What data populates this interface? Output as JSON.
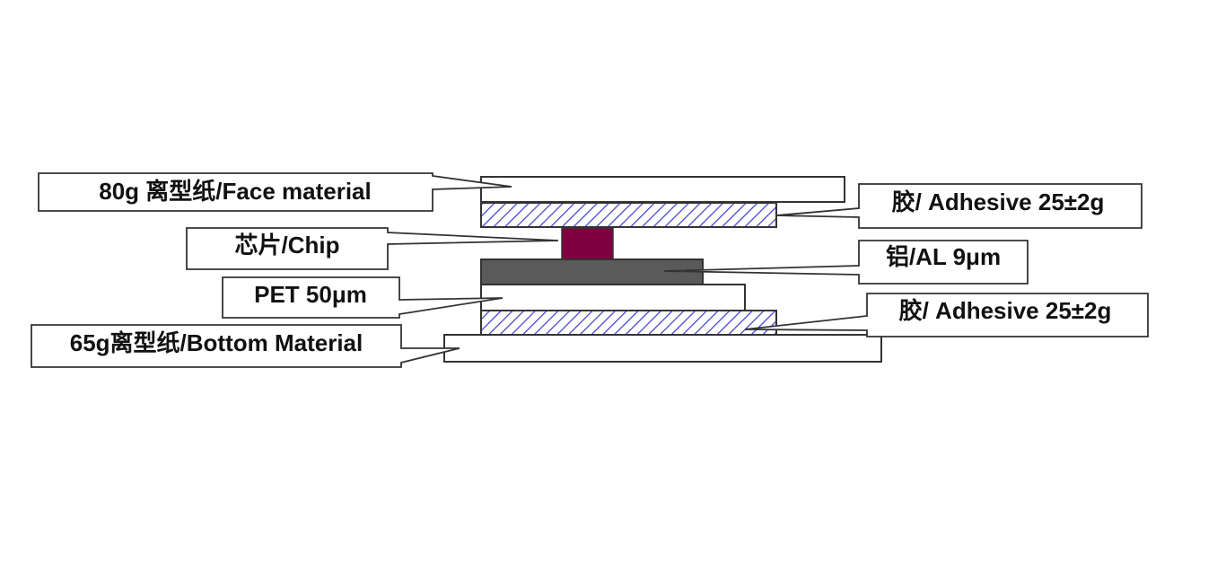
{
  "diagram": {
    "title": "RFID label layer stack cross-section",
    "layers": [
      {
        "id": "face",
        "name": "Face material",
        "fill": "#ffffff",
        "pattern": "none",
        "label": "80g 离型纸/Face material"
      },
      {
        "id": "adhesive-top",
        "name": "Adhesive",
        "fill": "#ffffff",
        "pattern": "hatch",
        "label": "胶/ Adhesive 25±2g"
      },
      {
        "id": "chip",
        "name": "Chip",
        "fill": "#7f0040",
        "pattern": "none",
        "label": "芯片/Chip"
      },
      {
        "id": "al",
        "name": "Aluminum",
        "fill": "#5a5a5a",
        "pattern": "none",
        "label": "铝/AL 9μm"
      },
      {
        "id": "pet",
        "name": "PET",
        "fill": "#ffffff",
        "pattern": "none",
        "label": "PET 50μm"
      },
      {
        "id": "adhesive-bottom",
        "name": "Adhesive",
        "fill": "#ffffff",
        "pattern": "hatch",
        "label": "胶/ Adhesive 25±2g"
      },
      {
        "id": "bottom",
        "name": "Bottom material",
        "fill": "#ffffff",
        "pattern": "none",
        "label": "65g离型纸/Bottom Material"
      }
    ],
    "colors": {
      "outline": "#333333",
      "hatch": "#3b3bd6",
      "chip": "#7f0040",
      "aluminum": "#5a5a5a",
      "text": "#111111"
    }
  }
}
